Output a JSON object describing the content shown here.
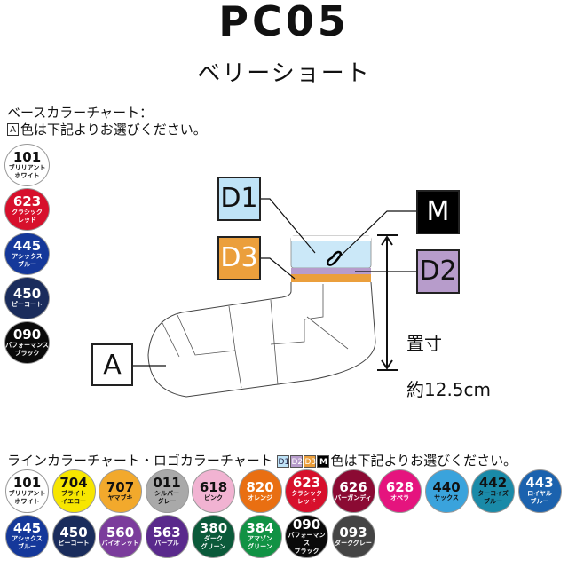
{
  "header": {
    "title": "PC05",
    "subtitle": "ベリーショート"
  },
  "base_chart": {
    "title": "ベースカラーチャート：",
    "tag": "A",
    "instruction": "色は下記よりお選びください。",
    "colors": [
      {
        "code": "101",
        "name": "ブリリアント\nホワイト",
        "hex": "#ffffff",
        "dark": true
      },
      {
        "code": "623",
        "name": "クラシック\nレッド",
        "hex": "#d7102c"
      },
      {
        "code": "445",
        "name": "アシックス\nブルー",
        "hex": "#15389a"
      },
      {
        "code": "450",
        "name": "ピーコート",
        "hex": "#1a2c5c"
      },
      {
        "code": "090",
        "name": "パフォーマンス\nブラック",
        "hex": "#0a0a0a"
      }
    ]
  },
  "diagram": {
    "labels": {
      "d1": "D1",
      "d3": "D3",
      "m": "M",
      "d2": "D2",
      "a": "A"
    },
    "dimension_label": "置寸",
    "dimension_value": "約12.5cm",
    "colors": {
      "d1": "#bfe3f7",
      "d2": "#b79ccb",
      "d3": "#eb9f3c",
      "m": "#000000"
    }
  },
  "line_chart": {
    "title": "ラインカラーチャート・ロゴカラーチャート",
    "tags": [
      "D1",
      "D2",
      "D3",
      "M"
    ],
    "instruction": "色は下記よりお選びください。",
    "colors": [
      {
        "code": "101",
        "name": "ブリリアント\nホワイト",
        "hex": "#ffffff",
        "dark": true
      },
      {
        "code": "704",
        "name": "ブライト\nイエロー",
        "hex": "#f7e600",
        "dark": true
      },
      {
        "code": "707",
        "name": "ヤマブキ",
        "hex": "#f2a92c",
        "dark": true
      },
      {
        "code": "011",
        "name": "シルバー\nグレー",
        "hex": "#a9a9a9",
        "dark": true
      },
      {
        "code": "618",
        "name": "ピンク",
        "hex": "#f1b3d2",
        "dark": true
      },
      {
        "code": "820",
        "name": "オレンジ",
        "hex": "#e96f12"
      },
      {
        "code": "623",
        "name": "クラシック\nレッド",
        "hex": "#d7102c"
      },
      {
        "code": "626",
        "name": "バーガンディ",
        "hex": "#8b0a33"
      },
      {
        "code": "628",
        "name": "オペラ",
        "hex": "#e5147e"
      },
      {
        "code": "440",
        "name": "サックス",
        "hex": "#3aa3dc",
        "dark": true
      },
      {
        "code": "442",
        "name": "ターコイズ\nブルー",
        "hex": "#1a8aa8",
        "dark": true
      },
      {
        "code": "443",
        "name": "ロイヤル\nブルー",
        "hex": "#1b62ae"
      },
      {
        "code": "445",
        "name": "アシックス\nブルー",
        "hex": "#15389a"
      },
      {
        "code": "450",
        "name": "ピーコート",
        "hex": "#1a2c5c"
      },
      {
        "code": "560",
        "name": "バイオレット",
        "hex": "#7b3c9c"
      },
      {
        "code": "563",
        "name": "パープル",
        "hex": "#5a2a8c"
      },
      {
        "code": "380",
        "name": "ダーク\nグリーン",
        "hex": "#0b5a3a"
      },
      {
        "code": "384",
        "name": "アマゾン\nグリーン",
        "hex": "#119244"
      },
      {
        "code": "090",
        "name": "パフォーマンス\nブラック",
        "hex": "#0a0a0a"
      },
      {
        "code": "093",
        "name": "ダークグレー",
        "hex": "#444444"
      }
    ]
  }
}
